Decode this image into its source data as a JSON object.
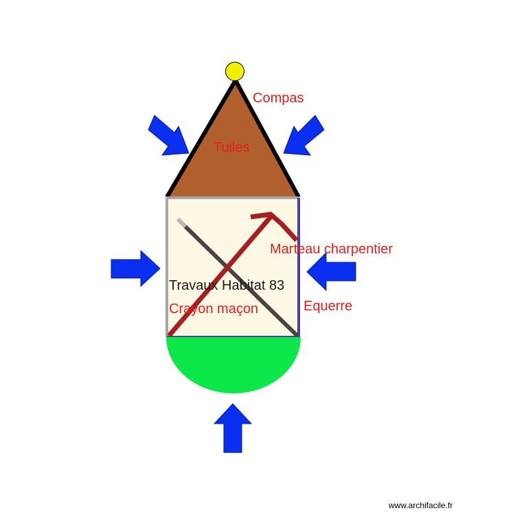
{
  "labels": {
    "compas": "Compas",
    "tuiles": "Tuiles",
    "marteau": "Marteau charpentier",
    "travaux": "Travaux Habitat 83",
    "crayon": "Crayon maçon",
    "equerre": "Equerre"
  },
  "footer": {
    "credit": "www.archifacile.fr"
  },
  "colors": {
    "label_red": "#e41e1e",
    "label_black": "#1a1a1a",
    "roof_brown": "#b25f2e",
    "room_fill": "#fcf8e4",
    "green_arc": "#0ce74a",
    "arrow_blue": "#0a2ff0",
    "knob_yellow": "#f0f000",
    "hammer_red": "#a51f22",
    "pencil_gray": "#4c4343",
    "wall_gray": "#a6a6a6",
    "wall_purple": "#4b3ea8"
  },
  "icons": [
    "arrow-right-down",
    "arrow-left-down",
    "arrow-right",
    "arrow-left",
    "arrow-up"
  ]
}
